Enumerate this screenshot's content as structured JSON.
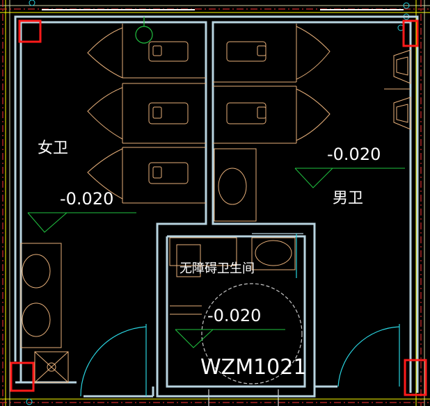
{
  "labels": {
    "womens_room": "女卫",
    "mens_room": "男卫",
    "accessible_room": "无障碍卫生间",
    "door_tag": "WZM1021"
  },
  "elevations": {
    "womens": "-0.020",
    "mens": "-0.020",
    "accessible": "-0.020"
  },
  "colors": {
    "background": "#000000",
    "wall": "#b8d4e0",
    "fixture": "#e8b07a",
    "door_arc": "#2ad4e0",
    "level_marker": "#21c341",
    "text": "#ffffff",
    "column": "#ff1a1a",
    "grid_line": "#ffff00",
    "axis_red": "#ff3333"
  }
}
